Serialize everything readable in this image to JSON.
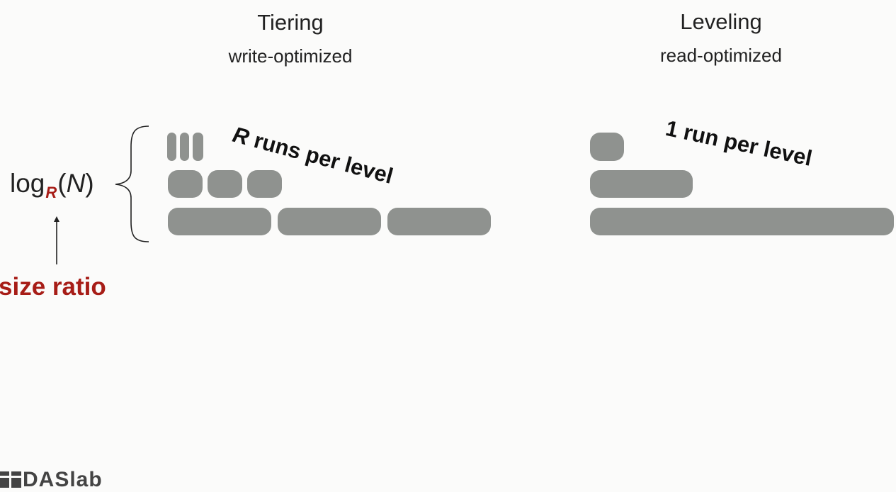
{
  "tiering": {
    "title": "Tiering",
    "subtitle": "write-optimized",
    "runs_label_var": "R",
    "runs_label_rest": " runs per level"
  },
  "leveling": {
    "title": "Leveling",
    "subtitle": "read-optimized",
    "runs_label": "1 run per level"
  },
  "formula": {
    "prefix": "log",
    "subscript": "R",
    "open": "(",
    "arg": "N",
    "close": ")"
  },
  "annotation": {
    "label": "size ratio"
  },
  "logo": {
    "text": "DASlab"
  },
  "colors": {
    "run_fill": "#8f928f",
    "accent_red": "#a71d17"
  }
}
